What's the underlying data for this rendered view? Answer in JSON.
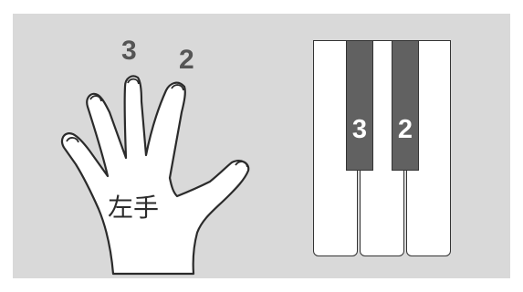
{
  "hand": {
    "label": "左手",
    "finger_numbers": {
      "middle": "3",
      "index": "2"
    }
  },
  "keyboard": {
    "white_keys": 3,
    "black_keys": [
      {
        "finger": "3",
        "color": "#616161"
      },
      {
        "finger": "2",
        "color": "#616161"
      }
    ]
  },
  "colors": {
    "background": "#d9d9d9",
    "outline": "#333333",
    "number_gray": "#555555"
  }
}
